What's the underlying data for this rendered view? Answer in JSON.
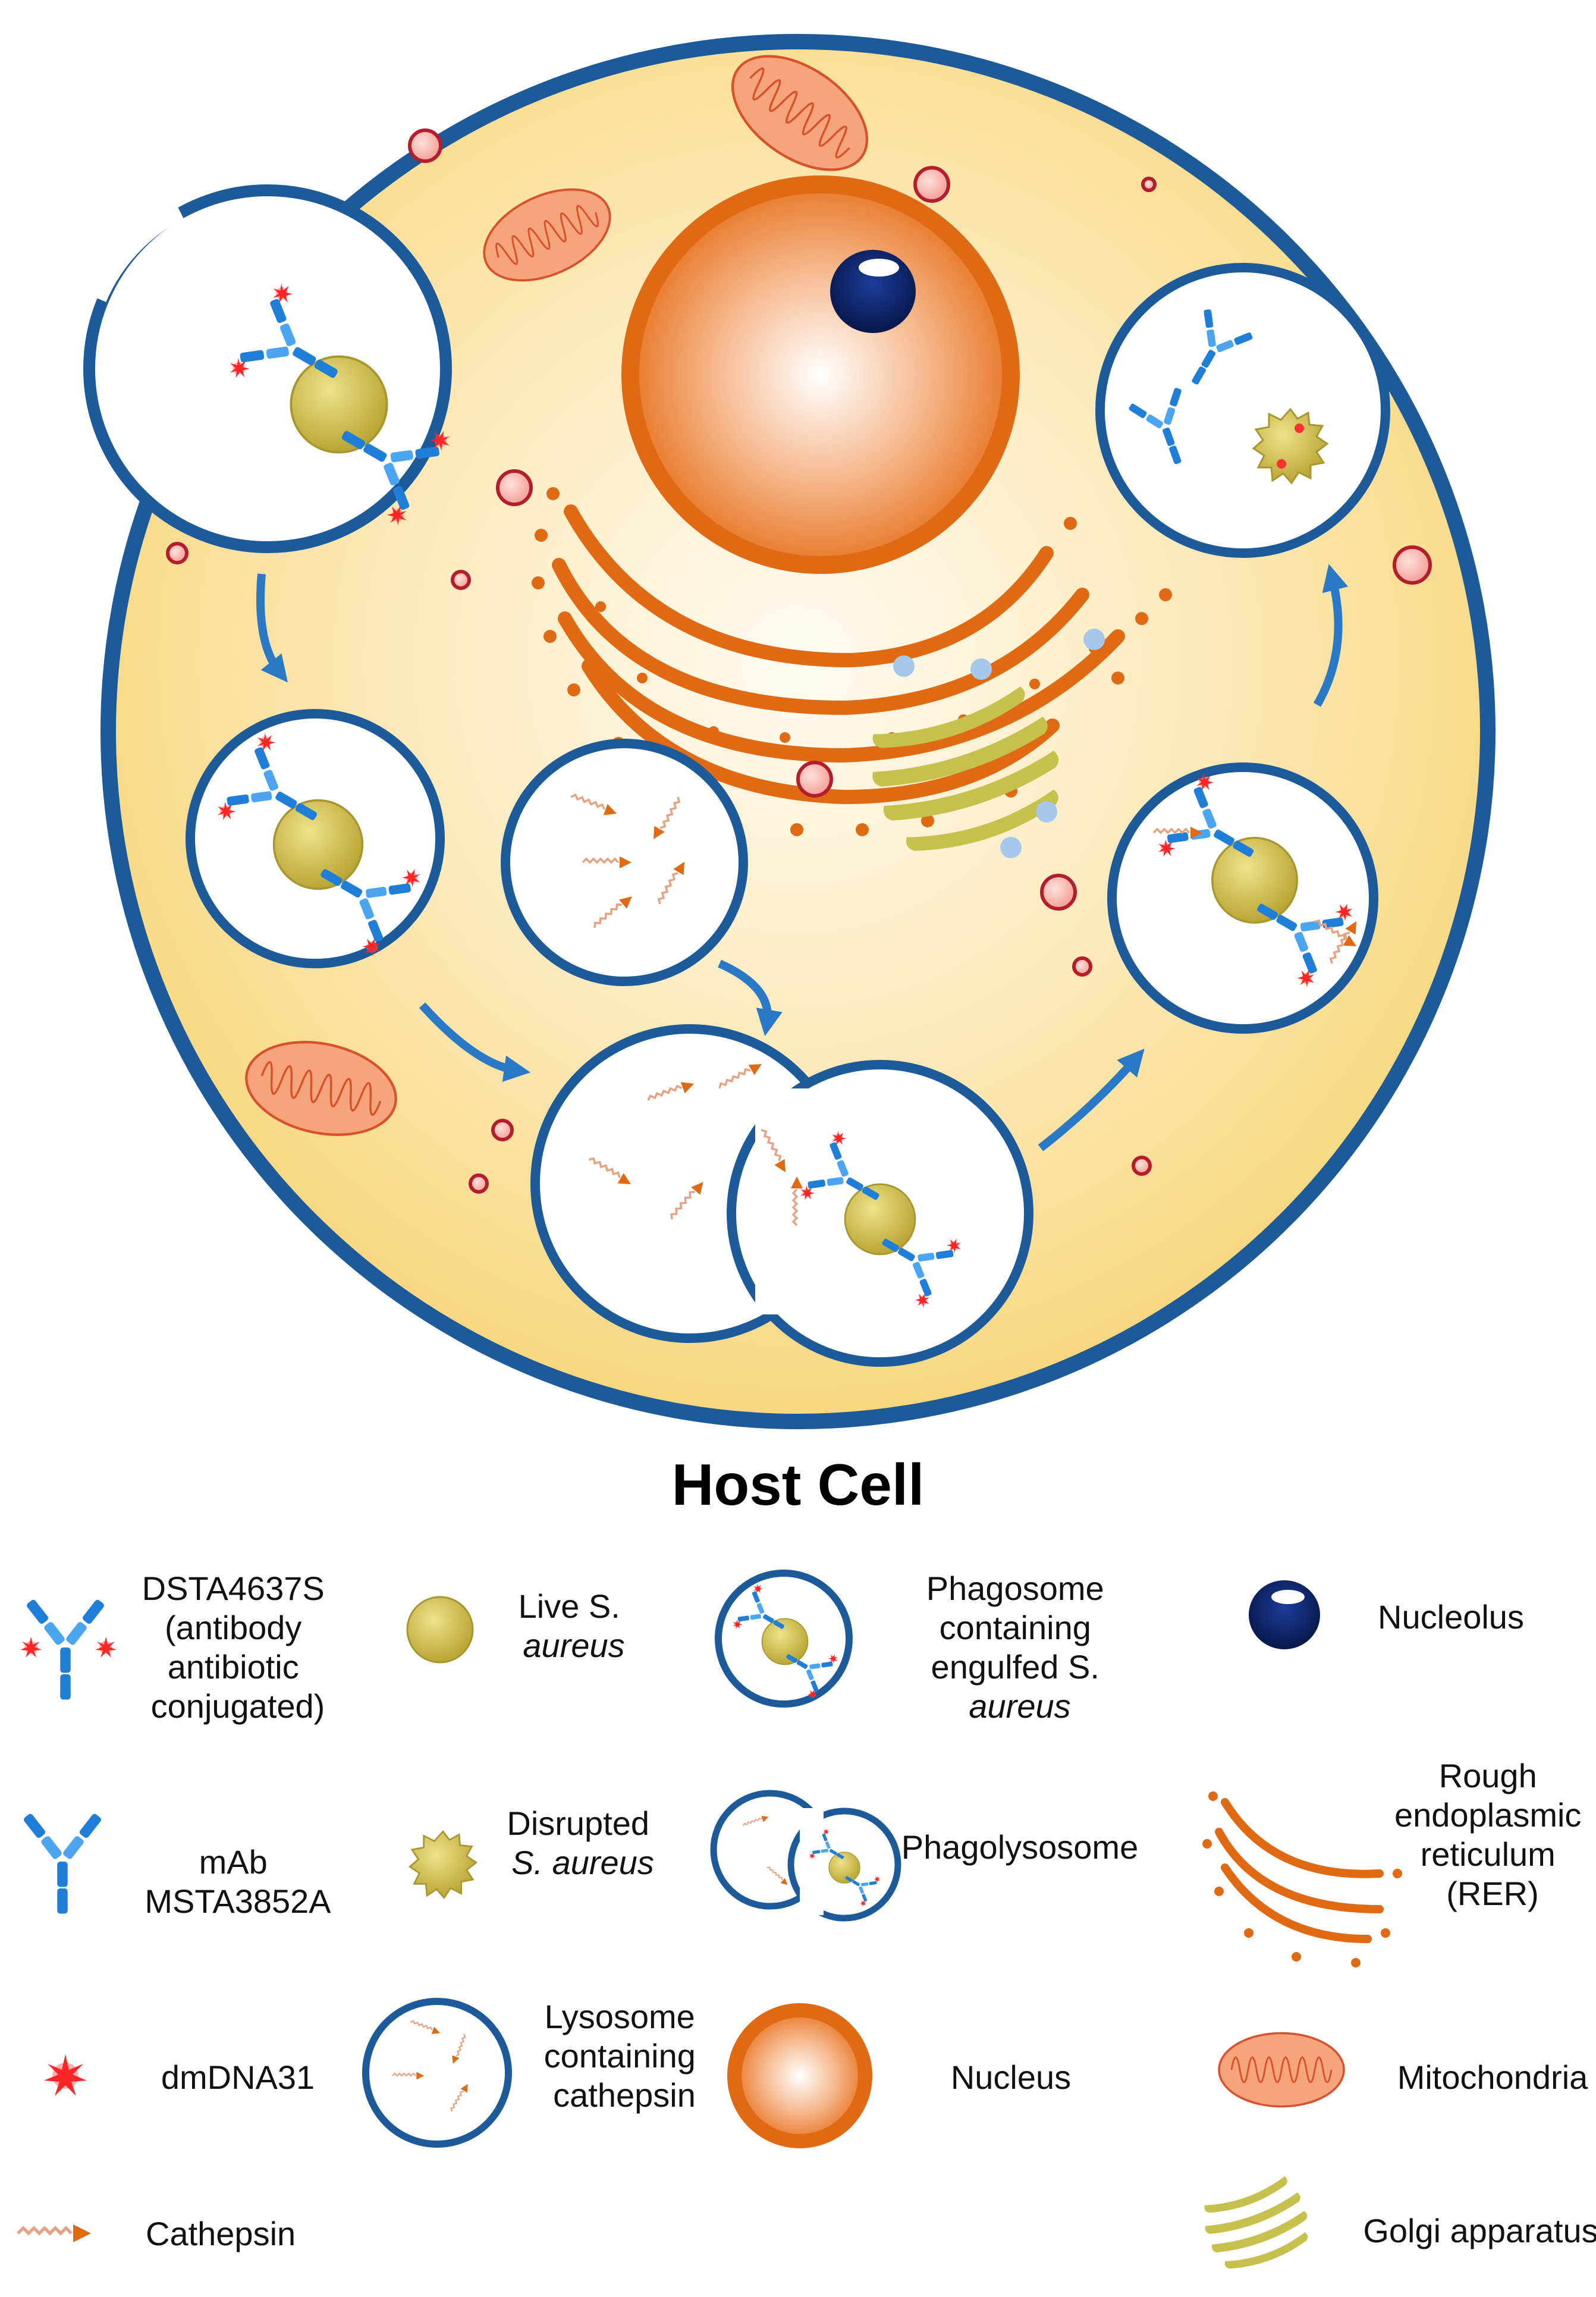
{
  "title": "Host Cell",
  "colors": {
    "cytoplasm_edge": "#f7d77e",
    "cytoplasm_center": "#fffaf0",
    "membrane": "#1c5a9a",
    "antibody": "#1f7fd8",
    "antibody_light": "#4ba5f0",
    "payload": "#ff3030",
    "bacteria": "#c9b640",
    "bacteria_dark": "#8c7e1f",
    "nucleus": "#e66d14",
    "nucleolus": "#0b2466",
    "rer": "#e06a14",
    "mitochondria": "#f49a70",
    "mitochondria_line": "#d8512a",
    "golgi": "#c6c14c",
    "golgi_line": "#9a9630",
    "vesicle": "#b31d2c",
    "vesicle_fill": "#f6b8b0",
    "small_vesicle": "#a6c8ea",
    "arrow": "#2a79c7",
    "cathepsin": "#e08040"
  },
  "legend": [
    {
      "icon": "dsta4637s-antibody-icon",
      "lines": [
        "DSTA4637S",
        "(antibody",
        "antibiotic",
        "conjugated)"
      ]
    },
    {
      "icon": "live-s-aureus-icon",
      "lines": [
        "Live S.",
        "aureus"
      ]
    },
    {
      "icon": "phagosome-icon",
      "lines": [
        "Phagosome",
        "containing",
        "engulfed S.",
        "aureus"
      ]
    },
    {
      "icon": "nucleolus-icon",
      "lines": [
        "Nucleolus"
      ]
    },
    {
      "icon": "mab-antibody-icon",
      "lines": [
        "mAb",
        "MSTA3852A"
      ]
    },
    {
      "icon": "disrupted-s-aureus-icon",
      "lines": [
        "Disrupted",
        "S. aureus"
      ]
    },
    {
      "icon": "phagolysosome-icon",
      "lines": [
        "Phagolysosome"
      ]
    },
    {
      "icon": "rer-icon",
      "lines": [
        "Rough",
        "endoplasmic",
        "reticulum",
        "(RER)"
      ]
    },
    {
      "icon": "dmdna31-icon",
      "lines": [
        "dmDNA31"
      ]
    },
    {
      "icon": "lysosome-icon",
      "lines": [
        "Lysosome",
        "containing",
        "cathepsin"
      ]
    },
    {
      "icon": "nucleus-icon",
      "lines": [
        "Nucleus"
      ]
    },
    {
      "icon": "mitochondria-icon",
      "lines": [
        "Mitochondria"
      ]
    },
    {
      "icon": "cathepsin-icon",
      "lines": [
        "Cathepsin"
      ]
    },
    {
      "icon": "golgi-icon",
      "lines": [
        "Golgi apparatus"
      ]
    }
  ]
}
